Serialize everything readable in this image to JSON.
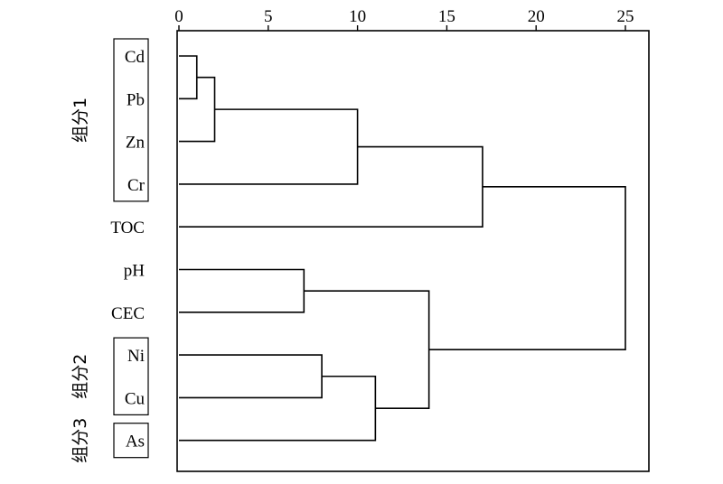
{
  "chart_data": {
    "type": "dendrogram",
    "orientation": "horizontal",
    "xlim": [
      0,
      26
    ],
    "xticks": [
      0,
      5,
      10,
      15,
      20,
      25
    ],
    "tick_labels": [
      "0",
      "5",
      "10",
      "15",
      "20",
      "25"
    ],
    "leaves": [
      "Cd",
      "Pb",
      "Zn",
      "Cr",
      "TOC",
      "pH",
      "CEC",
      "Ni",
      "Cu",
      "As"
    ],
    "merges": [
      {
        "a": 0,
        "b": 1,
        "height": 1
      },
      {
        "a": 10,
        "b": 2,
        "height": 2
      },
      {
        "a": 11,
        "b": 3,
        "height": 10
      },
      {
        "a": 12,
        "b": 4,
        "height": 17
      },
      {
        "a": 5,
        "b": 6,
        "height": 7
      },
      {
        "a": 7,
        "b": 8,
        "height": 8
      },
      {
        "a": 15,
        "b": 9,
        "height": 11
      },
      {
        "a": 14,
        "b": 16,
        "height": 14
      },
      {
        "a": 13,
        "b": 17,
        "height": 25
      }
    ],
    "groups": [
      {
        "label": "组分1",
        "leaves": [
          "Cd",
          "Pb",
          "Zn",
          "Cr"
        ]
      },
      {
        "label": "组分2",
        "leaves": [
          "Ni",
          "Cu"
        ]
      },
      {
        "label": "组分3",
        "leaves": [
          "As"
        ]
      }
    ]
  }
}
